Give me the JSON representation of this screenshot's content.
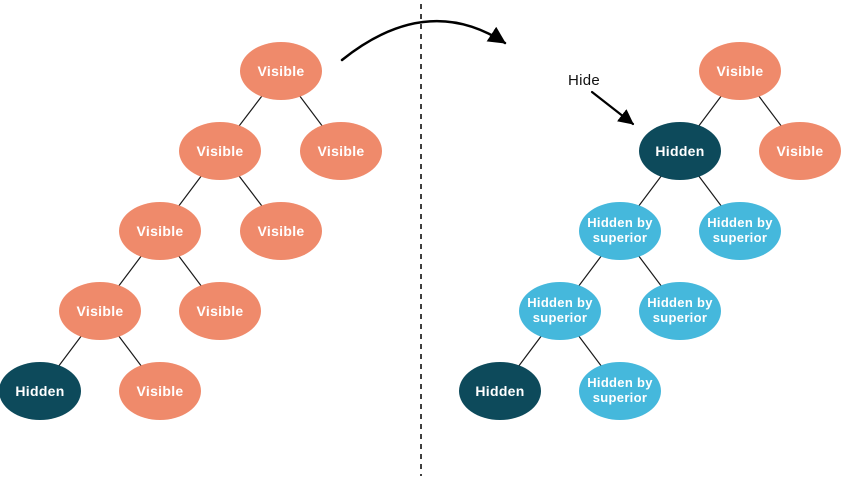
{
  "annotations": {
    "hide_label": "Hide"
  },
  "colors": {
    "visible_node": "#EF8A6B",
    "hidden_node": "#0D4A5B",
    "hidden_by_superior_node": "#45B8DC",
    "edge": "#1A1A1A",
    "arrow": "#000000",
    "divider": "#000000",
    "node_text": "#FFFFFF",
    "background": "#FFFFFF"
  },
  "left_tree": {
    "nodes": [
      {
        "label": "Visible",
        "state": "visible"
      },
      {
        "label": "Visible",
        "state": "visible"
      },
      {
        "label": "Visible",
        "state": "visible"
      },
      {
        "label": "Visible",
        "state": "visible"
      },
      {
        "label": "Visible",
        "state": "visible"
      },
      {
        "label": "Visible",
        "state": "visible"
      },
      {
        "label": "Visible",
        "state": "visible"
      },
      {
        "label": "Hidden",
        "state": "hidden"
      },
      {
        "label": "Visible",
        "state": "visible"
      }
    ]
  },
  "right_tree": {
    "nodes": [
      {
        "label": "Visible",
        "state": "visible"
      },
      {
        "label": "Hidden",
        "state": "hidden"
      },
      {
        "label": "Visible",
        "state": "visible"
      },
      {
        "label": "Hidden by superior",
        "state": "hidden_by_superior"
      },
      {
        "label": "Hidden by superior",
        "state": "hidden_by_superior"
      },
      {
        "label": "Hidden by superior",
        "state": "hidden_by_superior"
      },
      {
        "label": "Hidden by superior",
        "state": "hidden_by_superior"
      },
      {
        "label": "Hidden",
        "state": "hidden"
      },
      {
        "label": "Hidden by superior",
        "state": "hidden_by_superior"
      }
    ]
  }
}
